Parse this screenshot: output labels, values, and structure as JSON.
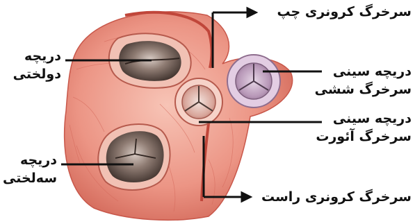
{
  "labels": {
    "bicuspid": {
      "line1": "دریچه",
      "line2": "دولختی"
    },
    "tricuspid": {
      "line1": "دریچه",
      "line2": "سه‌لختی"
    },
    "left_coronary": "سرخرگ کرونری چپ",
    "pulmonary": {
      "line1": "دریچه سینی",
      "line2": "سرخرگ ششی"
    },
    "aortic": {
      "line1": "دریچه سینی",
      "line2": "سرخرگ آئورت"
    },
    "right_coronary": "سرخرگ کرونری راست"
  },
  "colors": {
    "muscle": "#e88a7c",
    "muscle_dark": "#c8574a",
    "valve_inner": "#5a4a44",
    "pulmonary_fill": "#c6a9c6",
    "leader_line": "#111111"
  }
}
